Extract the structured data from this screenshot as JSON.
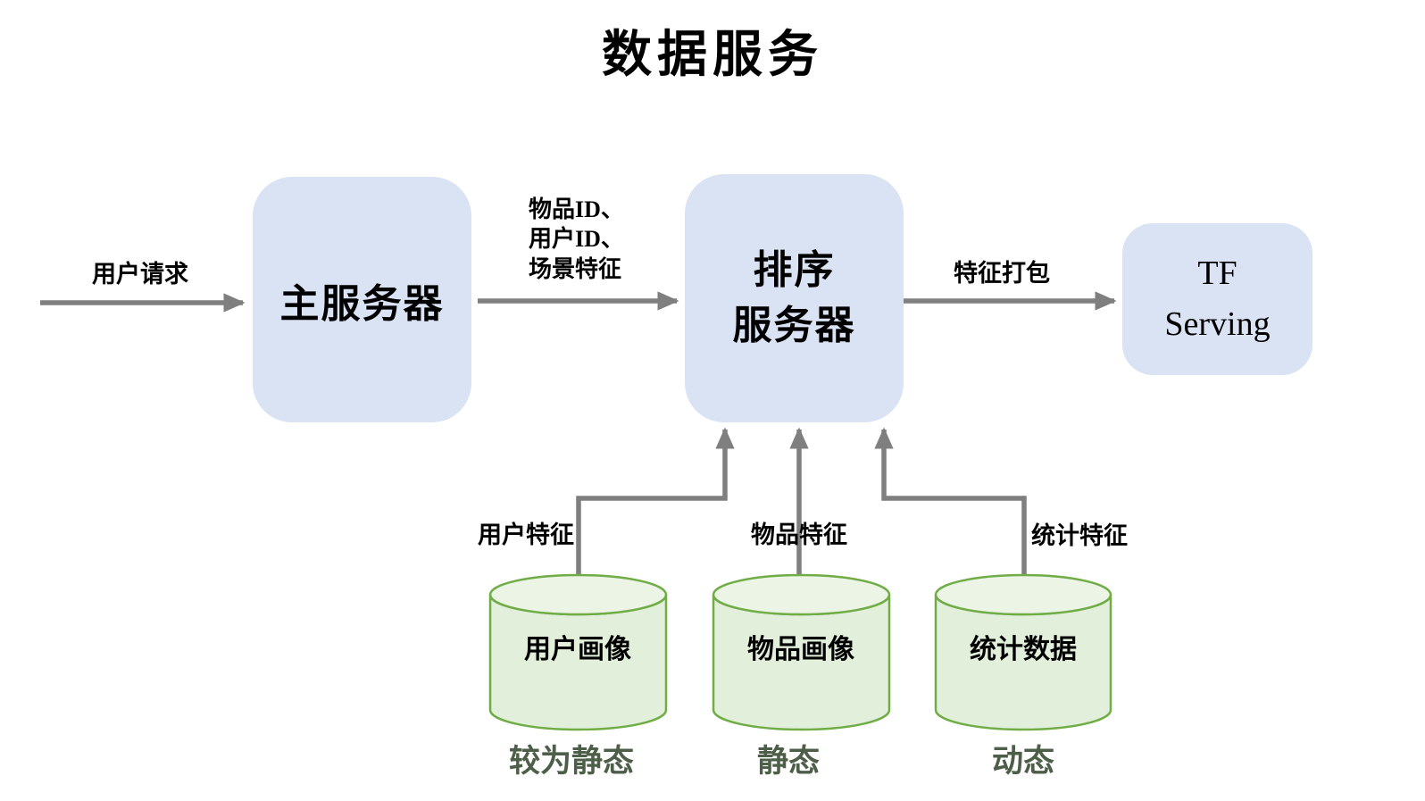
{
  "title": "数据服务",
  "colors": {
    "box_blue": "#dae3f3",
    "cyl_fill": "#e2efda",
    "cyl_top_fill": "#ebf4e5",
    "cyl_stroke": "#70ad47",
    "arrow_gray": "#7f7f7f",
    "tag_green": "#4d5f48"
  },
  "nodes": {
    "main_server": {
      "label": "主服务器"
    },
    "rank_server": {
      "lines": [
        "排序",
        "服务器"
      ]
    },
    "tf_serving": {
      "lines": [
        "TF",
        "Serving"
      ]
    }
  },
  "edges": {
    "user_request": {
      "label": "用户请求"
    },
    "ids_features": {
      "lines": [
        "物品ID、",
        "用户ID、",
        "场景特征"
      ]
    },
    "feature_pack": {
      "label": "特征打包"
    },
    "user_features": {
      "label": "用户特征"
    },
    "item_features": {
      "label": "物品特征"
    },
    "stat_features": {
      "label": "统计特征"
    }
  },
  "databases": [
    {
      "label": "用户画像",
      "tag": "较为静态"
    },
    {
      "label": "物品画像",
      "tag": "静态"
    },
    {
      "label": "统计数据",
      "tag": "动态"
    }
  ]
}
